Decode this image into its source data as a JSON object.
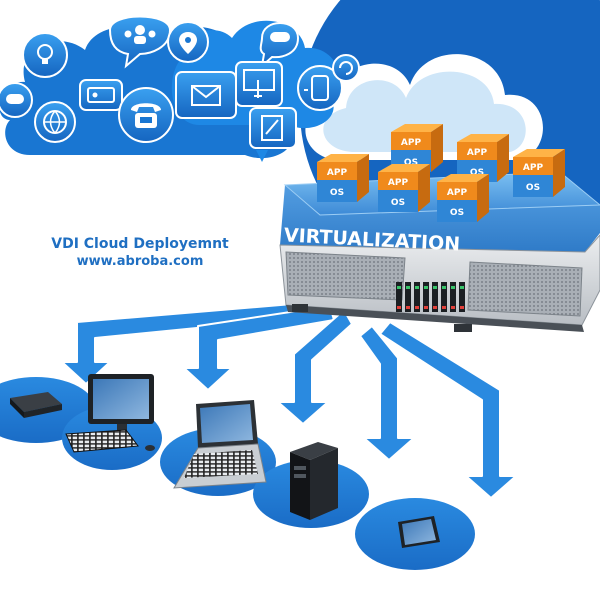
{
  "caption": {
    "title": "VDI Cloud Deployemnt",
    "website": "www.abroba.com"
  },
  "server": {
    "label": "VIRTUALIZATION"
  },
  "vm_box": {
    "top_label": "APP",
    "bottom_label": "OS"
  },
  "cloud_icons": [
    "lightbulb-icon",
    "people-icon",
    "map-pin-icon",
    "chat-bubble-icon",
    "phone-icon",
    "email-icon",
    "touch-screen-icon",
    "mobile-icon",
    "contact-card-icon",
    "globe-icon",
    "edit-icon",
    "sync-icon",
    "speech-icon"
  ],
  "devices": [
    "set-top-box",
    "desktop-computer",
    "laptop",
    "tower-server",
    "tablet"
  ],
  "colors": {
    "brand_blue": "#1565c0",
    "arrow_blue": "#2a8ae0",
    "vm_orange": "#f08a1c",
    "caption_blue": "#1f6fc2"
  }
}
